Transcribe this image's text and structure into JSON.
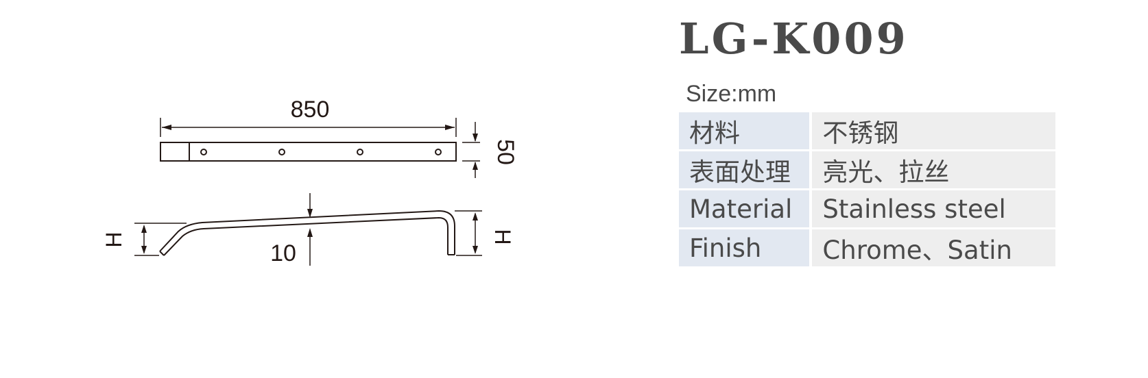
{
  "product": {
    "model": "LG-K009",
    "size_unit_label": "Size:mm"
  },
  "specs": [
    {
      "key": "材料",
      "value": "不锈钢"
    },
    {
      "key": "表面处理",
      "value": "亮光、拉丝"
    },
    {
      "key": "Material",
      "value": "Stainless steel"
    },
    {
      "key": "Finish",
      "value": "Chrome、Satin"
    }
  ],
  "drawing": {
    "length_label": "850",
    "width_label": "50",
    "thickness_label": "10",
    "height_left_label": "H",
    "height_right_label": "H"
  },
  "colors": {
    "key_cell_bg": "#e2e8f1",
    "value_cell_bg": "#eeeeee",
    "text": "#4a4a4a",
    "line": "#231815"
  }
}
